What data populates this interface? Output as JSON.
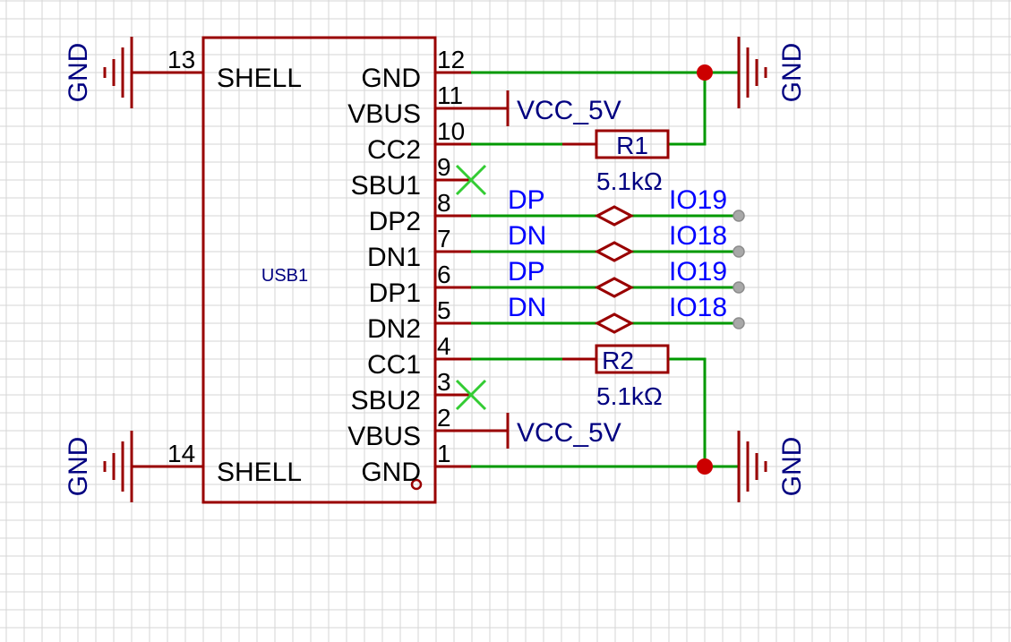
{
  "colors": {
    "background": "#ffffff",
    "grid": "#d6d6d6",
    "component": "#990000",
    "wire": "#009900",
    "junction": "#cc0000",
    "no_connect": "#33cc33",
    "power_label": "#000080",
    "net_label": "#0000ff",
    "port": "#999999",
    "text": "#000000"
  },
  "component": {
    "designator": "USB1",
    "left_pins": [
      {
        "number": "13",
        "name": "SHELL"
      },
      {
        "number": "14",
        "name": "SHELL"
      }
    ],
    "right_pins": [
      {
        "number": "12",
        "name": "GND"
      },
      {
        "number": "11",
        "name": "VBUS"
      },
      {
        "number": "10",
        "name": "CC2"
      },
      {
        "number": "9",
        "name": "SBU1"
      },
      {
        "number": "8",
        "name": "DP2"
      },
      {
        "number": "7",
        "name": "DN1"
      },
      {
        "number": "6",
        "name": "DP1"
      },
      {
        "number": "5",
        "name": "DN2"
      },
      {
        "number": "4",
        "name": "CC1"
      },
      {
        "number": "3",
        "name": "SBU2"
      },
      {
        "number": "2",
        "name": "VBUS"
      },
      {
        "number": "1",
        "name": "GND"
      }
    ]
  },
  "power": {
    "gnd_label": "GND",
    "vcc_label": "VCC_5V"
  },
  "resistors": [
    {
      "designator": "R1",
      "value": "5.1kΩ"
    },
    {
      "designator": "R2",
      "value": "5.1kΩ"
    }
  ],
  "net_labels": [
    {
      "pin": "8",
      "name": "DP",
      "port": "IO19"
    },
    {
      "pin": "7",
      "name": "DN",
      "port": "IO18"
    },
    {
      "pin": "6",
      "name": "DP",
      "port": "IO19"
    },
    {
      "pin": "5",
      "name": "DN",
      "port": "IO18"
    }
  ]
}
